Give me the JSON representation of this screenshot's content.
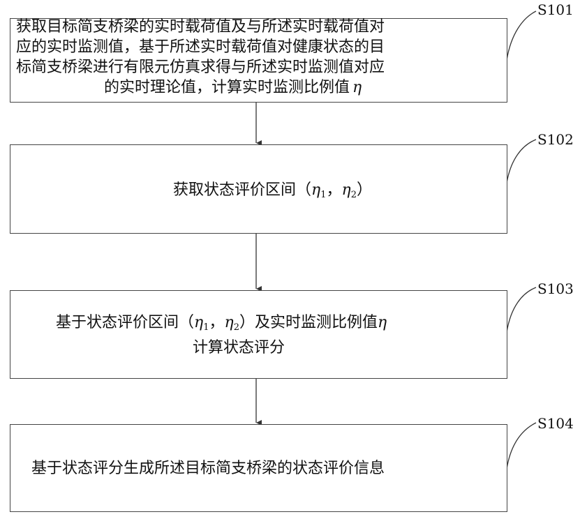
{
  "steps": [
    {
      "label": "S101",
      "lines": [
        "获取目标简支桥梁的实时载荷值及与所述实时载荷值对",
        "应的实时监测值，基于所述实时载荷值对健康状态的目",
        "标简支桥梁进行有限元仿真求得与所述实时监测值对应",
        "的实时理论值，计算实时监测比例值"
      ],
      "symbol": "η"
    },
    {
      "label": "S102",
      "text": "获取状态评价区间（",
      "sym1": "η",
      "sub1": "1",
      "sep": "，",
      "sym2": "η",
      "sub2": "2",
      "close": "）"
    },
    {
      "label": "S103",
      "text": "基于状态评价区间（",
      "sym1": "η",
      "sub1": "1",
      "sep": "，",
      "sym2": "η",
      "sub2": "2",
      "mid": "）及实时监测比例值",
      "symbol": "η",
      "line2": "计算状态评分"
    },
    {
      "label": "S104",
      "text": "基于状态评分生成所述目标简支桥梁的状态评价信息"
    }
  ]
}
